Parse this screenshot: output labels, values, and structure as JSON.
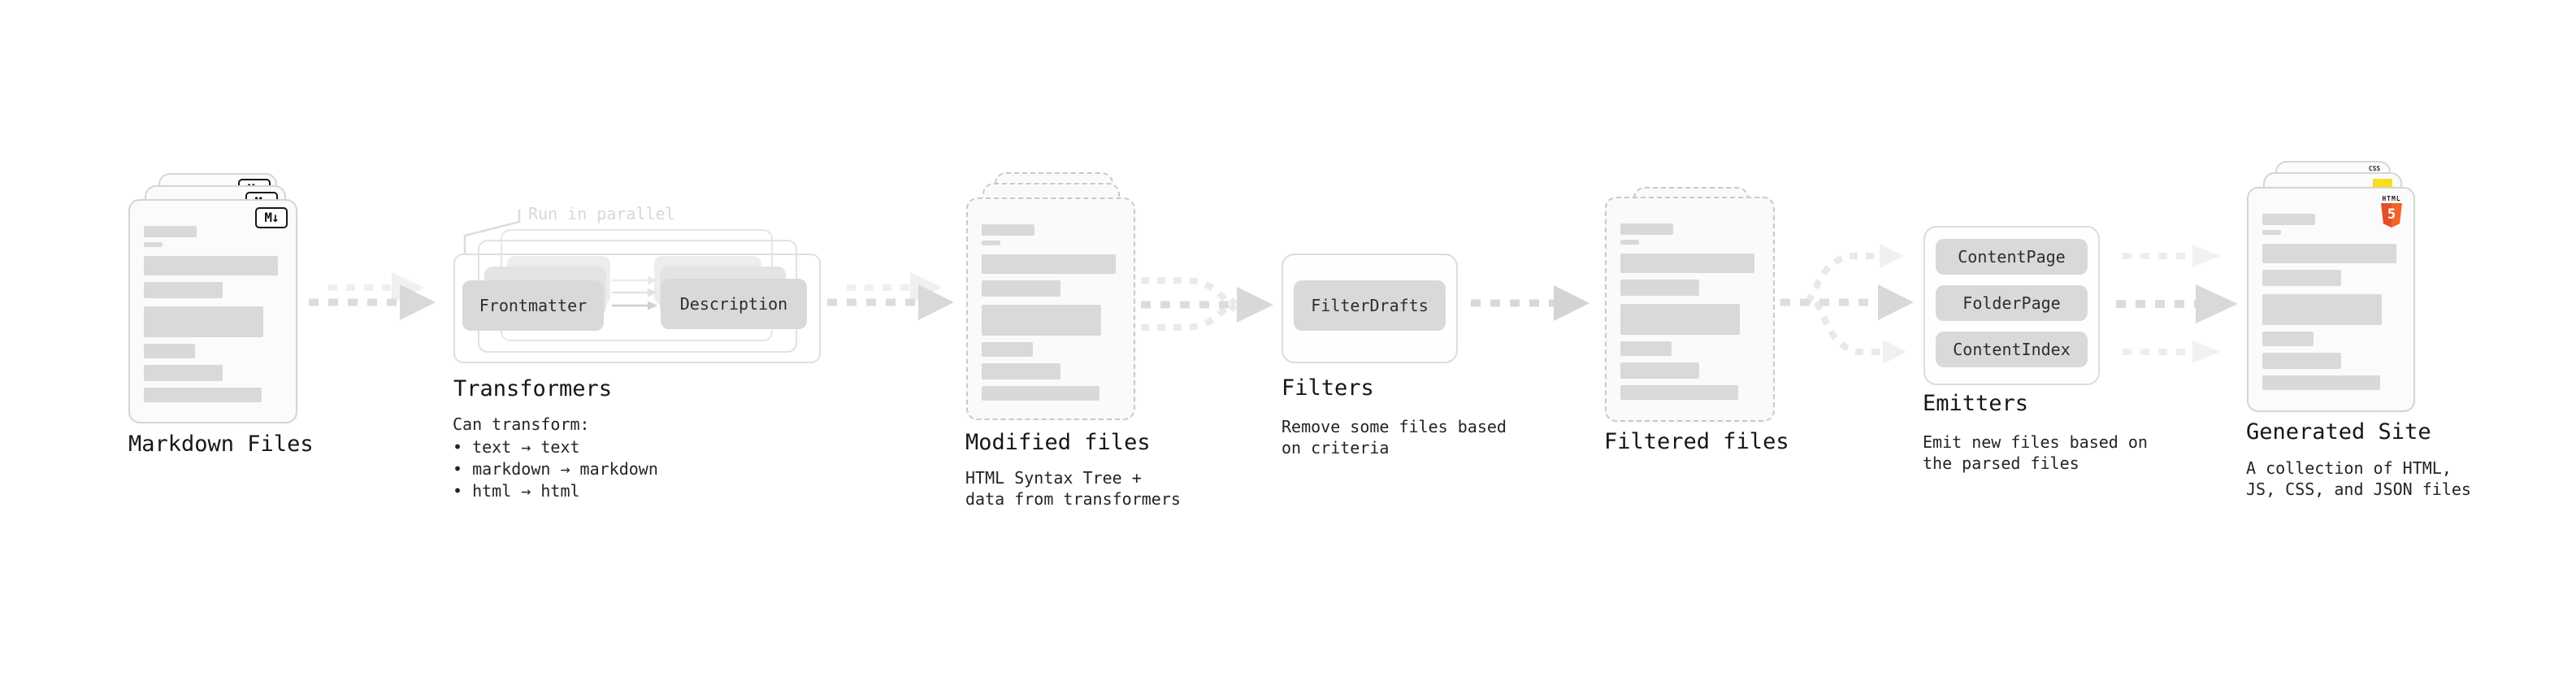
{
  "markdown": {
    "label": "Markdown Files",
    "file_icon": "M↓"
  },
  "transformers": {
    "label": "Transformers",
    "callout": "Run in parallel",
    "button_left": "Frontmatter",
    "button_right": "Description",
    "caption_title": "Can transform:",
    "bullets": [
      "• text → text",
      "• markdown → markdown",
      "• html → html"
    ]
  },
  "modified": {
    "label": "Modified files",
    "caption": [
      "HTML Syntax Tree +",
      "data from transformers"
    ]
  },
  "filters": {
    "label": "Filters",
    "button": "FilterDrafts",
    "caption": [
      "Remove some files based",
      "on criteria"
    ]
  },
  "filtered": {
    "label": "Filtered files"
  },
  "emitters": {
    "label": "Emitters",
    "buttons": [
      "ContentPage",
      "FolderPage",
      "ContentIndex"
    ],
    "caption": [
      "Emit new files based on",
      "the parsed files"
    ]
  },
  "generated": {
    "label": "Generated Site",
    "caption": [
      "A collection of HTML,",
      "JS, CSS, and JSON files"
    ],
    "badges": {
      "css": "CSS",
      "html_label": "HTML",
      "html_number": "5"
    }
  },
  "colors": {
    "html5_orange": "#e44d26",
    "html5_orange_light": "#f16529",
    "js_yellow": "#f7df1e",
    "css_blue": "#2965f1",
    "arrow_gray": "#dcdcdc",
    "arrow_faint": "#ececec",
    "text_dark": "#161616"
  }
}
